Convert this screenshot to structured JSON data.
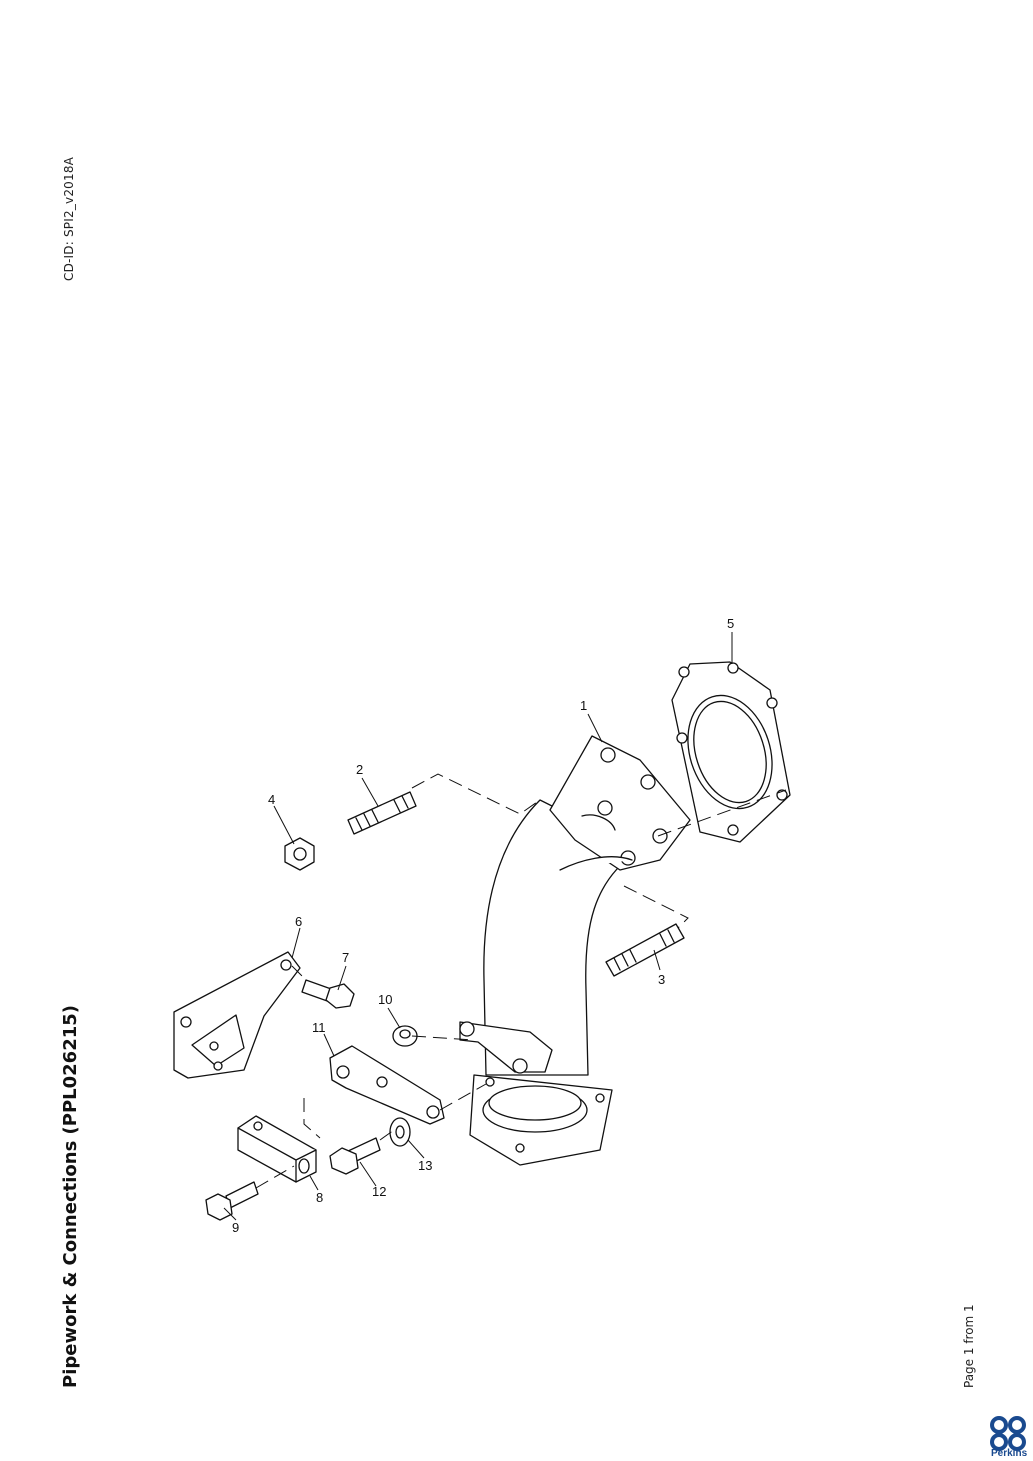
{
  "document": {
    "cd_id": "CD-ID: SPI2_v2018A",
    "title": "Pipework & Connections (PPL026215)",
    "page_label": "Page 1 from 1"
  },
  "logo": {
    "brand_text": "Perkins",
    "color": "#1a4a8f"
  },
  "diagram": {
    "callouts": [
      "1",
      "2",
      "3",
      "4",
      "5",
      "6",
      "7",
      "8",
      "9",
      "10",
      "11",
      "12",
      "13"
    ]
  }
}
